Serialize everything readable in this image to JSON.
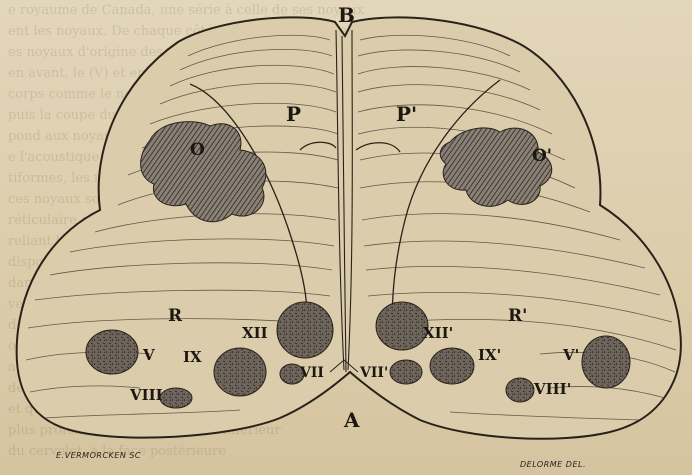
{
  "figure": {
    "labels": {
      "B": "B",
      "A": "A",
      "P": "P",
      "P_prime": "P'",
      "O": "O",
      "O_prime": "O'",
      "R": "R",
      "R_prime": "R'",
      "V": "V",
      "V_prime": "V'",
      "VIII": "VIII",
      "VIII_prime": "VIII'",
      "IX": "IX",
      "IX_prime": "IX'",
      "XII": "XII",
      "XII_prime": "XII'",
      "VII": "VII",
      "VII_prime": "VII'"
    },
    "credits": {
      "engraver": "E.VERMORCKEN SC",
      "draftsman": "DELORME DEL."
    }
  },
  "background_text": [
    "e royaume de Canada, une série à celle de ses noyaux",
    "ent les noyaux. De chaque côté de la ligne médiane on voit",
    "es noyaux d'origine des nerfs (XII) en dedans",
    "en avant, le (V) et en arrière les autres faisant",
    "corps comme le noyau (VII, VIII)",
    "puis la coupe du pédoncule cérébelleux inférieur",
    "pond aux noyaux correspondants",
    "e l'acoustique avec les corps res-",
    "tiformes, les noyaux et les fibres. Tous",
    "ces noyaux sont plongés dans la matière",
    "réticulaire grise, et de nombreux faisceaux",
    "reliant les diverses parties entre elles",
    "disposées dans le bulbe à ce niveau",
    "dans la région du plancher du quatrième",
    "ventricule, on distingue les faisceaux",
    "dont la substance grise est plus profonde",
    "ou le noyau du bord inférieur",
    "au-dessus du quatrième ventricule",
    "de la protubérance annulaire",
    "et qui forment la voûte du ventricule",
    "plus profondément dans le bord inférieur",
    "du cervelet, à la face postérieure"
  ]
}
